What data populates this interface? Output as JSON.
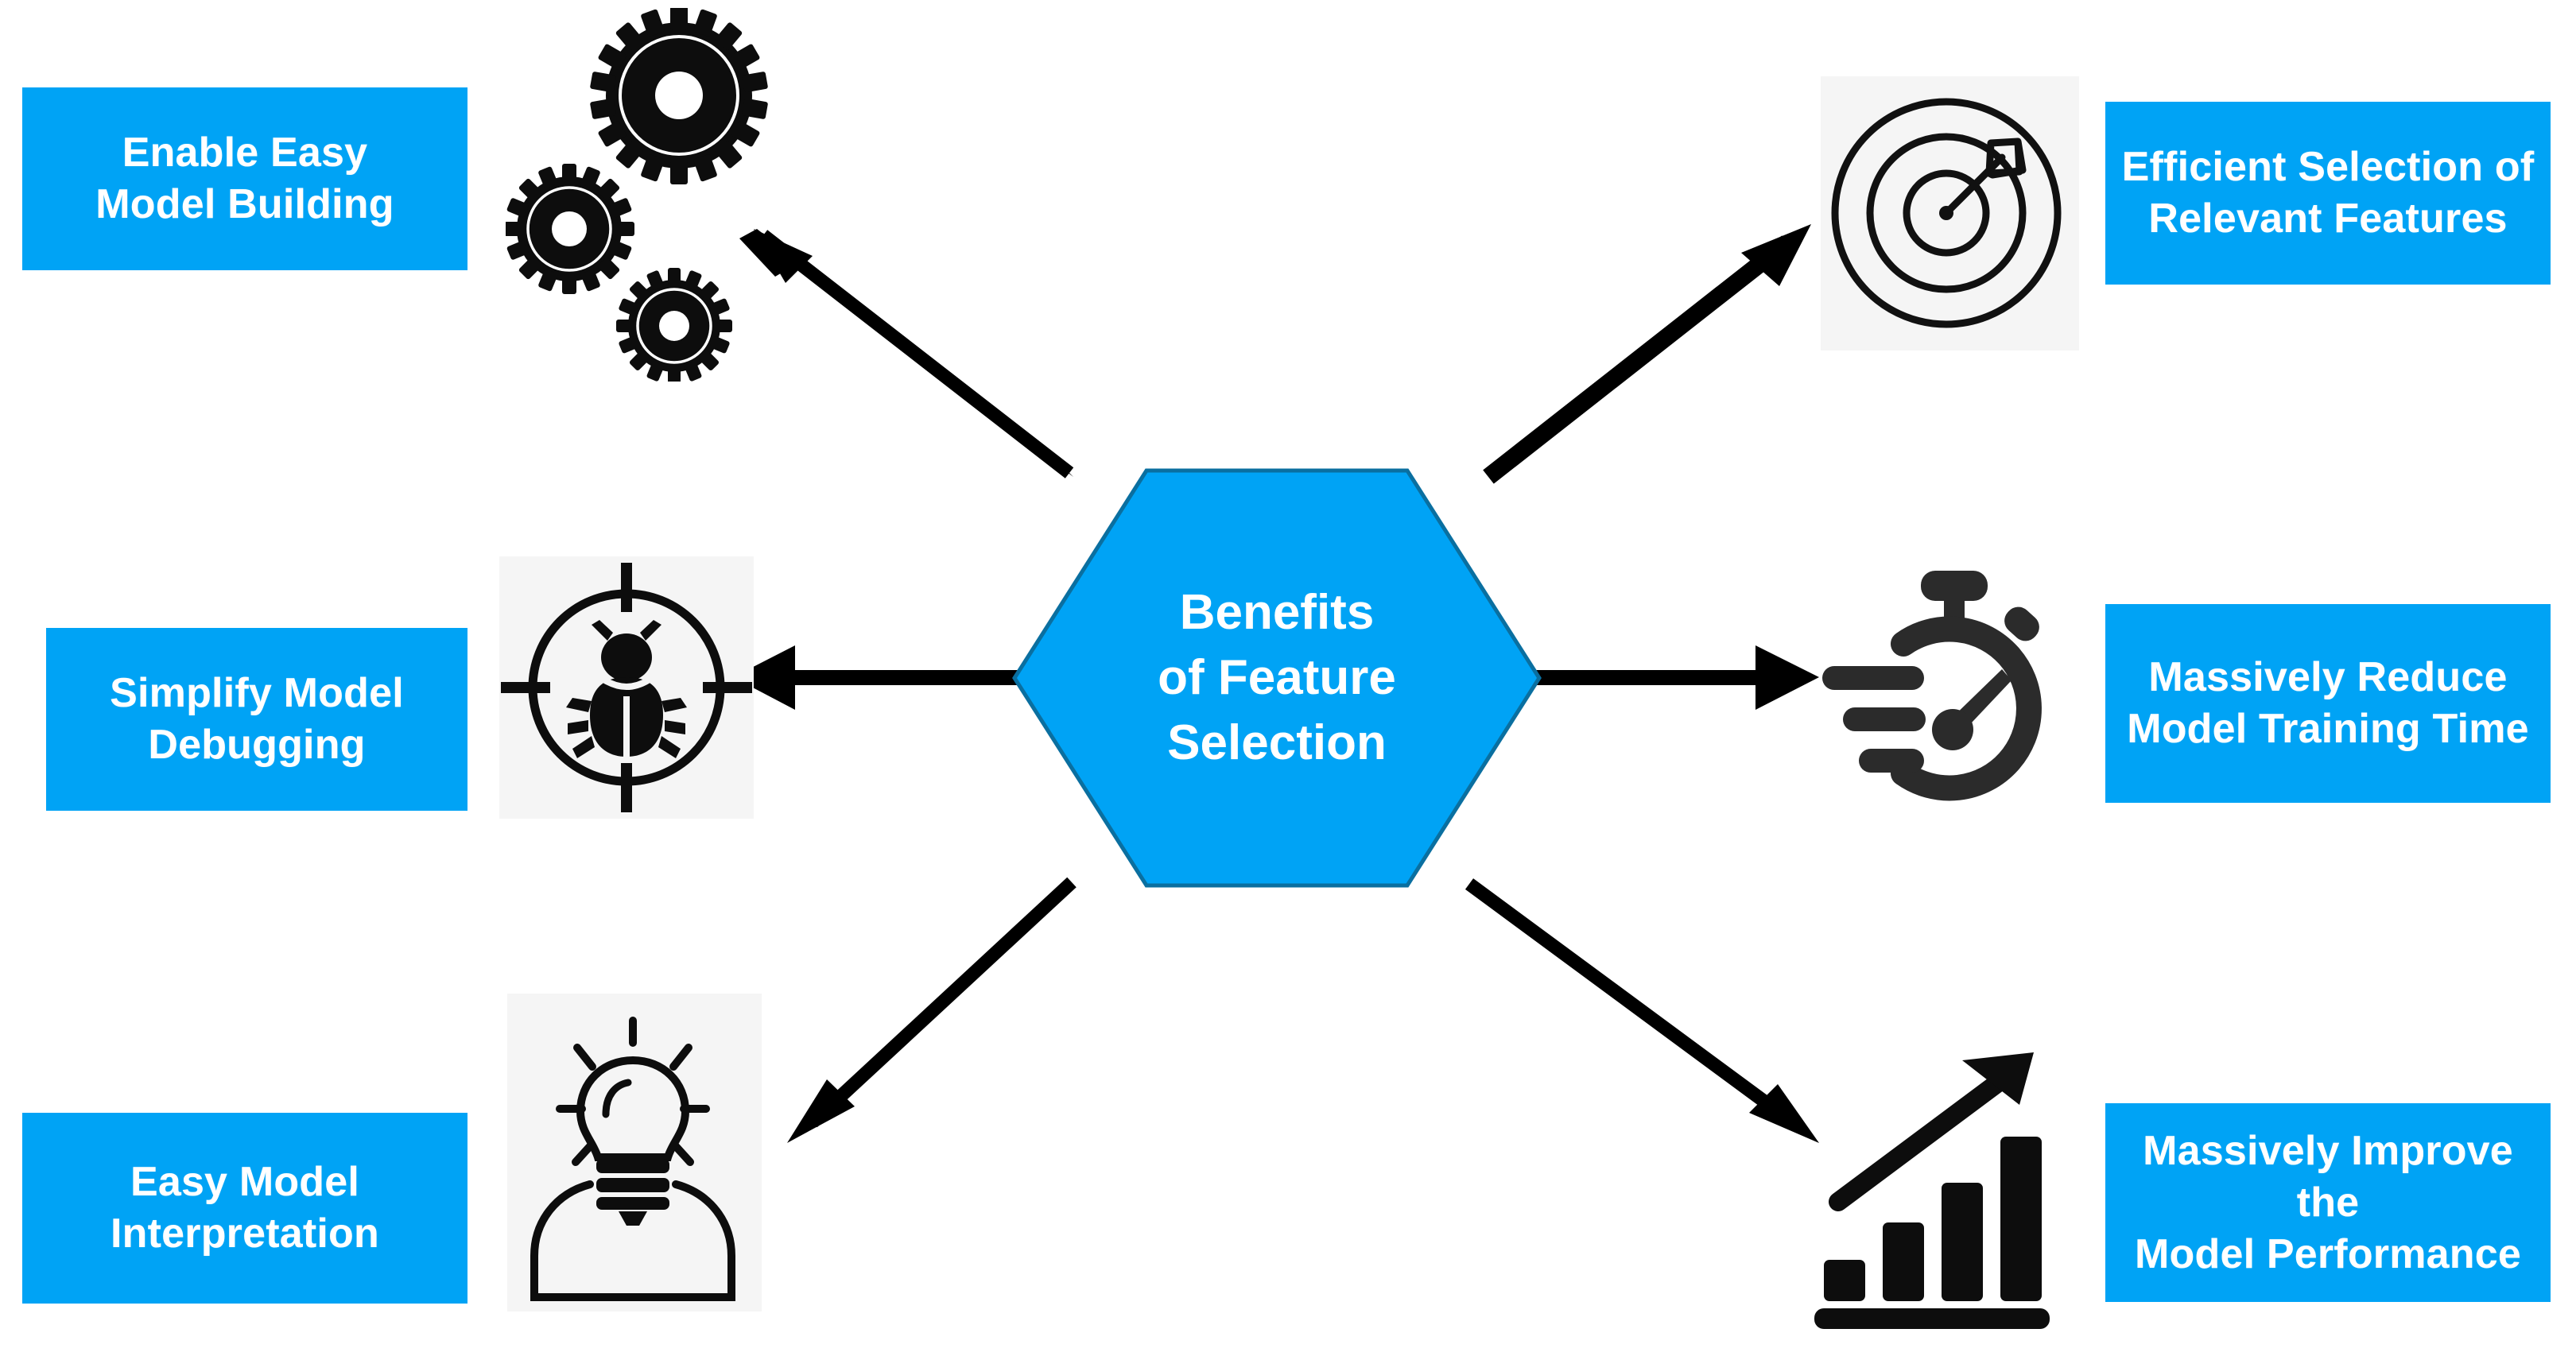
{
  "diagram": {
    "title": "Benefits of Feature Selection",
    "background_color": "#FFFFFF",
    "accent_color": "#00A3F5",
    "text_color": "#FFFFFF",
    "arrow_color": "#000000",
    "icon_color": "#111111"
  },
  "center": {
    "shape": "hexagon",
    "label": "Benefits\nof Feature\nSelection",
    "fill": "#00A3F5"
  },
  "branches": [
    {
      "id": "enable-easy-model-building",
      "position": "top-left",
      "label": "Enable Easy\nModel Building",
      "icon": "gears-icon",
      "arrow_direction": "up-left"
    },
    {
      "id": "simplify-model-debugging",
      "position": "middle-left",
      "label": "Simplify Model\nDebugging",
      "icon": "bug-crosshair-icon",
      "arrow_direction": "left"
    },
    {
      "id": "easy-model-interpretation",
      "position": "bottom-left",
      "label": "Easy Model\nInterpretation",
      "icon": "lightbulb-person-icon",
      "arrow_direction": "down-left"
    },
    {
      "id": "efficient-selection-of-relevant-features",
      "position": "top-right",
      "label": "Efficient Selection of\nRelevant Features",
      "icon": "dartboard-target-icon",
      "arrow_direction": "up-right"
    },
    {
      "id": "massively-reduce-model-training-time",
      "position": "middle-right",
      "label": "Massively Reduce\nModel Training Time",
      "icon": "stopwatch-speed-icon",
      "arrow_direction": "right"
    },
    {
      "id": "massively-improve-the-model-performance",
      "position": "bottom-right",
      "label": "Massively Improve the\nModel Performance",
      "icon": "growth-bar-chart-icon",
      "arrow_direction": "down-right"
    }
  ]
}
